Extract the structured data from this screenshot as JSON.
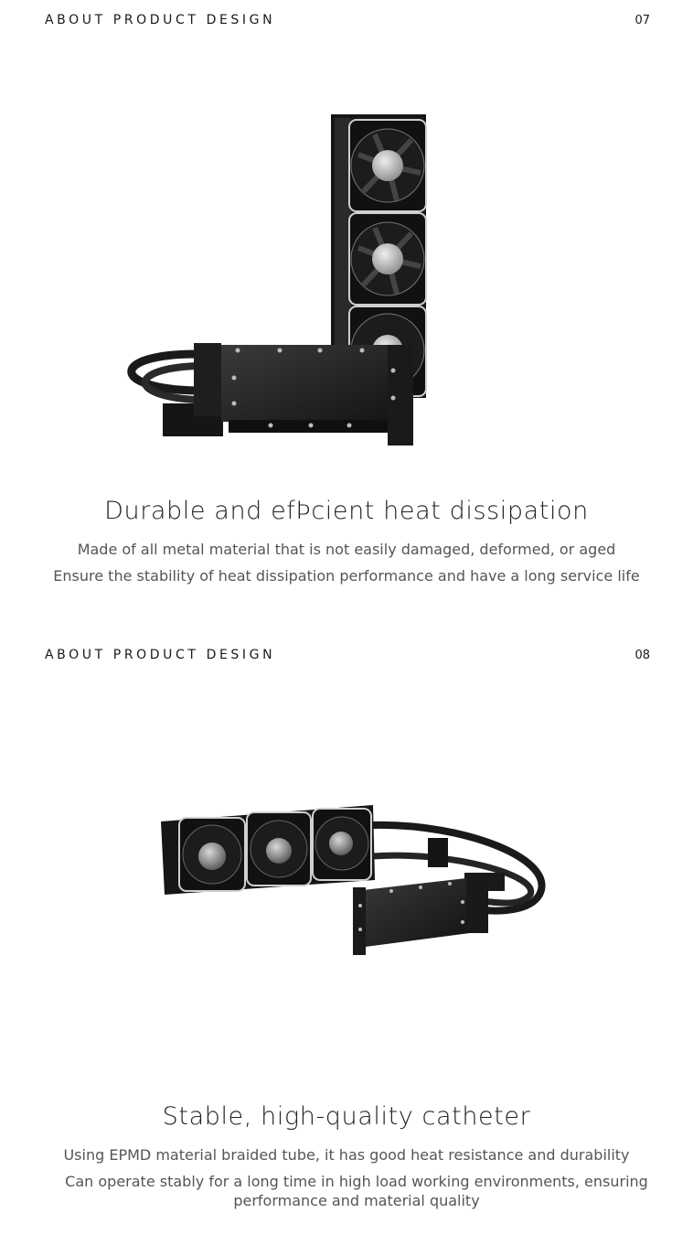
{
  "sections": [
    {
      "label": "ABOUT PRODUCT DESIGN",
      "number": "07",
      "heading": "Durable and efÞcient heat dissipation",
      "lines": [
        "Made of all metal material that is not easily damaged, deformed, or aged",
        "Ensure the stability of heat dissipation performance and have a long service life"
      ]
    },
    {
      "label": "ABOUT PRODUCT DESIGN",
      "number": "08",
      "heading": "Stable, high-quality catheter",
      "lines": [
        "Using EPMD material braided tube, it has good heat resistance and durability",
        "Can operate stably for a long time in high load working environments, ensuring performance and material quality"
      ]
    }
  ]
}
